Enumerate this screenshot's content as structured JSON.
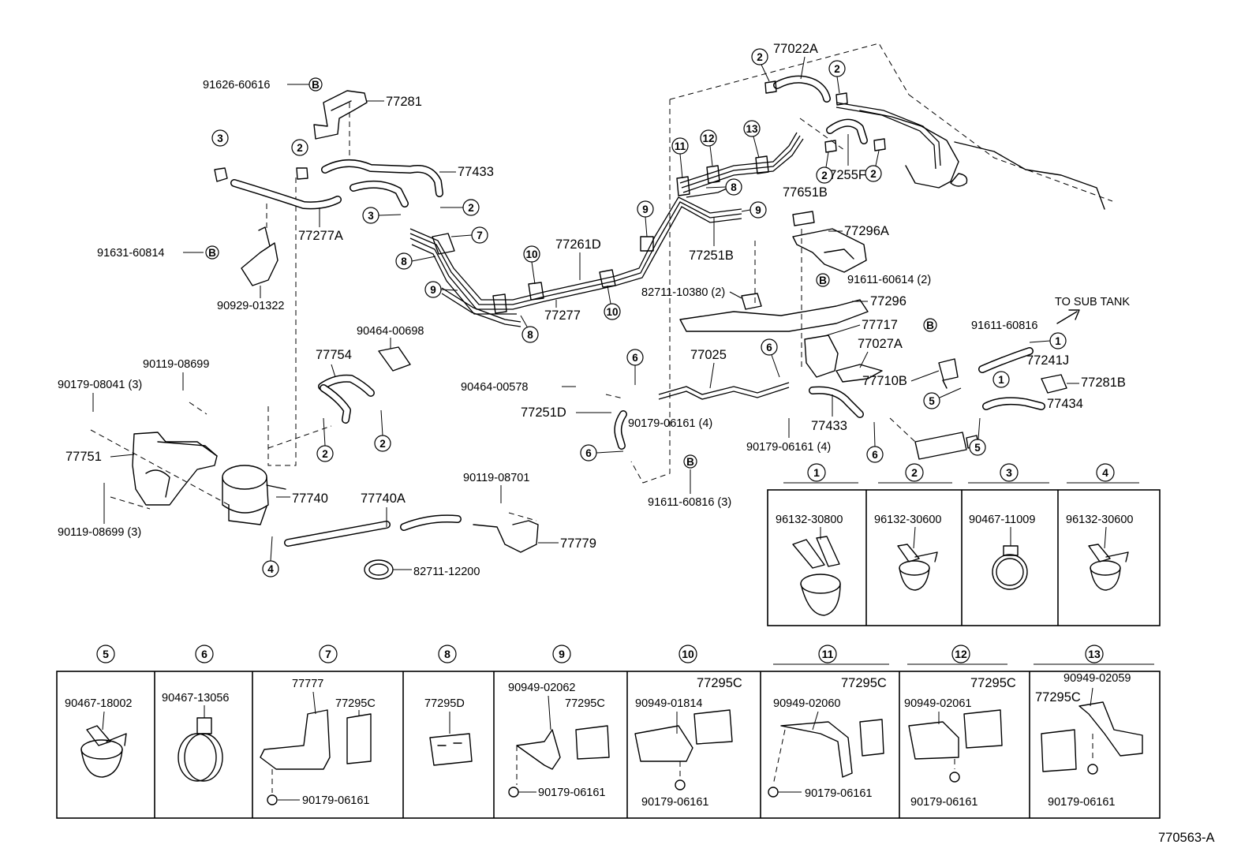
{
  "labels": {
    "l91626": "91626-60616",
    "l77281": "77281",
    "l77433a": "77433",
    "l77277a": "77277A",
    "l91631": "91631-60814",
    "l90929": "90929-01322",
    "l77261d": "77261D",
    "l77277": "77277",
    "l82711a": "82711-10380 (2)",
    "l77251b": "77251B",
    "l77022a": "77022A",
    "l77255f": "77255F",
    "l77651b": "77651B",
    "l77296a": "77296A",
    "l91611a": "91611-60614 (2)",
    "l77296": "77296",
    "l77717": "77717",
    "l77027a": "77027A",
    "l77710b": "77710B",
    "tosub": "TO SUB TANK",
    "l91611b": "91611-60816",
    "l77241j": "77241J",
    "l77281b": "77281B",
    "l77434": "77434",
    "l90464a": "90464-00698",
    "l77754": "77754",
    "l90119a": "90119-08699",
    "l90179a": "90179-08041 (3)",
    "l77751": "77751",
    "l77740": "77740",
    "l90119b": "90119-08699 (3)",
    "l77740a": "77740A",
    "l90119c": "90119-08701",
    "l77779": "77779",
    "l82711b": "82711-12200",
    "l90464b": "90464-00578",
    "l77025": "77025",
    "l77251d": "77251D",
    "l90179b": "90179-06161 (4)",
    "l90179c": "90179-06161 (4)",
    "l77433b": "77433",
    "l91611c": "91611-60816 (3)",
    "diagram_id": "770563-A"
  },
  "bolt_marker": "B",
  "refs": {
    "r1": "1",
    "r2": "2",
    "r3": "3",
    "r4": "4",
    "r5": "5",
    "r6": "6",
    "r7": "7",
    "r8": "8",
    "r9": "9",
    "r10": "10",
    "r11": "11",
    "r12": "12",
    "r13": "13"
  },
  "legend_top": [
    {
      "ref": "1",
      "part": "96132-30800"
    },
    {
      "ref": "2",
      "part": "96132-30600"
    },
    {
      "ref": "3",
      "part": "90467-11009"
    },
    {
      "ref": "4",
      "part": "96132-30600"
    }
  ],
  "legend_bottom": [
    {
      "ref": "5",
      "parts": [
        "90467-18002"
      ]
    },
    {
      "ref": "6",
      "parts": [
        "90467-13056"
      ]
    },
    {
      "ref": "7",
      "parts": [
        "77777",
        "77295C",
        "90179-06161"
      ]
    },
    {
      "ref": "8",
      "parts": [
        "77295D"
      ]
    },
    {
      "ref": "9",
      "parts": [
        "90949-02062",
        "77295C",
        "90179-06161"
      ]
    },
    {
      "ref": "10",
      "parts": [
        "77295C",
        "90949-01814",
        "90179-06161"
      ]
    },
    {
      "ref": "11",
      "parts": [
        "77295C",
        "90949-02060",
        "90179-06161"
      ]
    },
    {
      "ref": "12",
      "parts": [
        "77295C",
        "90949-02061",
        "90179-06161"
      ]
    },
    {
      "ref": "13",
      "parts": [
        "90949-02059",
        "77295C",
        "90179-06161"
      ]
    }
  ]
}
